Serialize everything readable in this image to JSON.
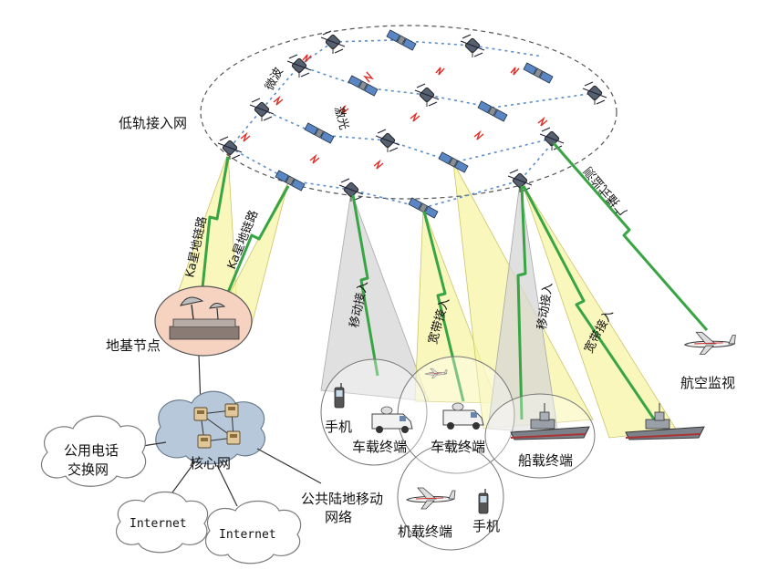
{
  "labels": {
    "leo_network": "低轨接入网",
    "microwave": "微波",
    "laser": "激光",
    "ka_link_1": "Ka星地链路",
    "ka_link_2": "Ka星地链路",
    "mobile_access_1": "移动接入",
    "broadband_access_1": "宽带接入",
    "mobile_access_2": "移动接入",
    "broadband_access_2": "宽带接入",
    "adsb_link": "广播式监测",
    "ground_station": "地基节点",
    "aviation_surveillance": "航空监视",
    "core_network": "核心网",
    "pstn": [
      "公用电话",
      "交换网"
    ],
    "internet_1": "Internet",
    "internet_2": "Internet",
    "plmn": [
      "公共陆地移动",
      "网络"
    ],
    "phone_1": "手机",
    "vehicle_terminal_1": "车载终端",
    "vehicle_terminal_2": "车载终端",
    "ship_terminal": "船载终端",
    "airborne_terminal": "机载终端",
    "phone_2": "手机"
  },
  "colors": {
    "feeder_link": "#37a543",
    "inter_satellite_microwave": "#5c8fc9",
    "inter_satellite_laser": "#e0302a",
    "coverage_yellow": "#f6f3a0",
    "coverage_gray": "#d6d6d6",
    "ground_station_fill": "#f6d3c0",
    "core_cloud_fill": "#b6c8da"
  },
  "icons": [
    "satellite-icon",
    "dish-antenna-icon",
    "router-icon",
    "phone-icon",
    "van-icon",
    "ship-icon",
    "airplane-icon"
  ]
}
